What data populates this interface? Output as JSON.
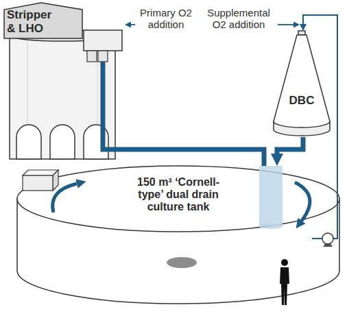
{
  "diagram": {
    "nodes": [
      {
        "text": [
          "Stripper & LHO"
        ]
      },
      {
        "text": [
          "DBC"
        ]
      },
      {
        "text": [
          "150 m³ ‘Cornell-type’ dual drain culture tank"
        ]
      }
    ],
    "edges": [
      {
        "from": 0,
        "to": 2,
        "arrow": "none"
      },
      {
        "from": 1,
        "to": 2,
        "arrow": "to"
      },
      {
        "from": 2,
        "to": 1,
        "arrow": "to"
      }
    ],
    "labels": [
      "Primary O2 addition",
      "Supplemental O2 addition"
    ]
  }
}
